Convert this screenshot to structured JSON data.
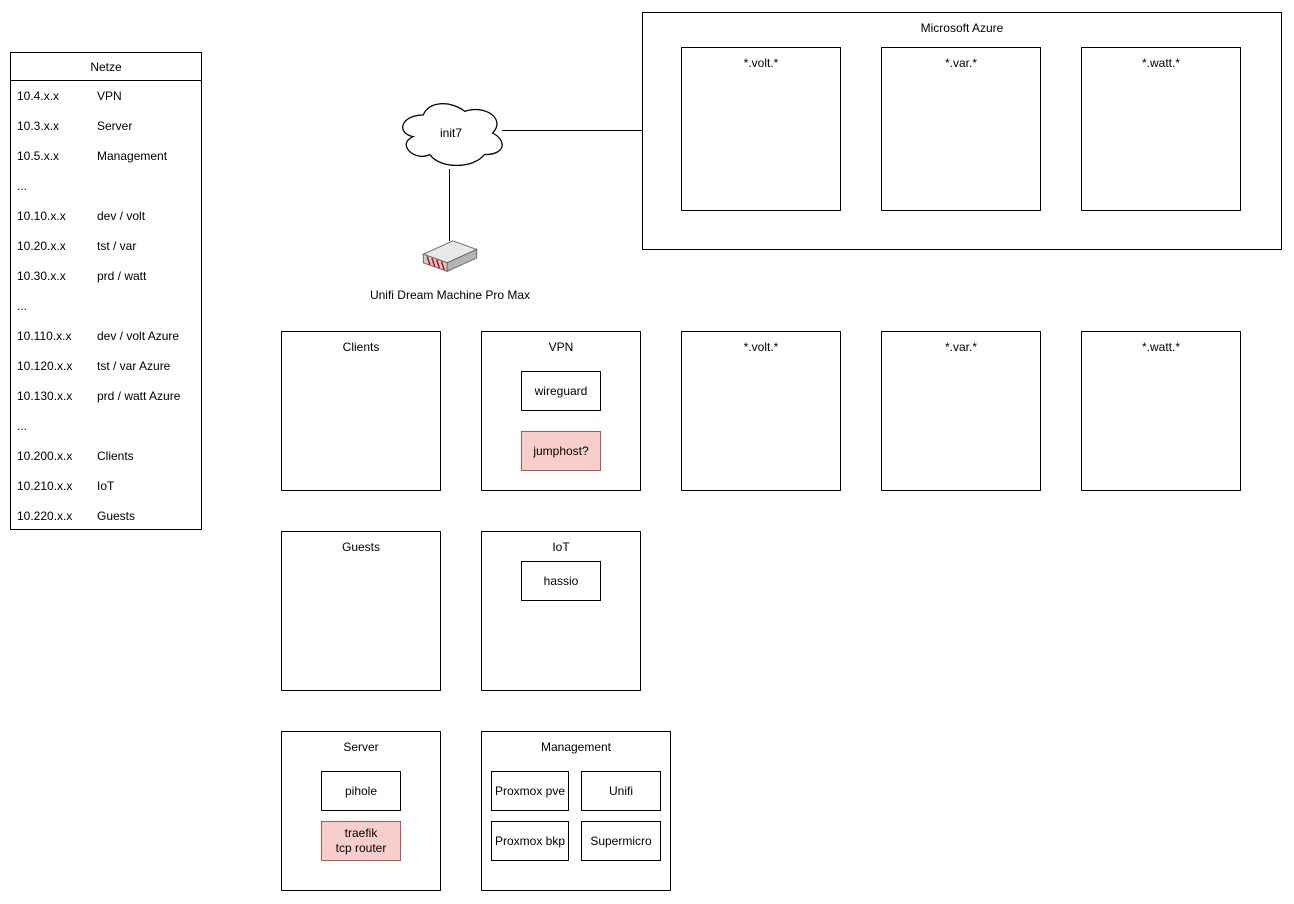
{
  "colors": {
    "background": "#ffffff",
    "line": "#000000",
    "box_border": "#000000",
    "highlight_fill": "#f8cecc",
    "highlight_border": "#b85450",
    "router_stripe": "#cc0000"
  },
  "netze": {
    "title": "Netze",
    "rows": [
      {
        "ip": "10.4.x.x",
        "name": "VPN"
      },
      {
        "ip": "10.3.x.x",
        "name": "Server"
      },
      {
        "ip": "10.5.x.x",
        "name": "Management"
      },
      {
        "ip": "...",
        "name": ""
      },
      {
        "ip": "10.10.x.x",
        "name": "dev / volt"
      },
      {
        "ip": "10.20.x.x",
        "name": "tst / var"
      },
      {
        "ip": "10.30.x.x",
        "name": "prd / watt"
      },
      {
        "ip": "...",
        "name": ""
      },
      {
        "ip": "10.110.x.x",
        "name": "dev / volt Azure"
      },
      {
        "ip": "10.120.x.x",
        "name": "tst / var Azure"
      },
      {
        "ip": "10.130.x.x",
        "name": "prd / watt Azure"
      },
      {
        "ip": "...",
        "name": ""
      },
      {
        "ip": "10.200.x.x",
        "name": "Clients"
      },
      {
        "ip": "10.210.x.x",
        "name": "IoT"
      },
      {
        "ip": "10.220.x.x",
        "name": "Guests"
      }
    ]
  },
  "internet": {
    "cloud_label": "init7"
  },
  "router": {
    "label": "Unifi Dream Machine Pro Max"
  },
  "azure": {
    "title": "Microsoft Azure",
    "volt": "*.volt.*",
    "var": "*.var.*",
    "watt": "*.watt.*"
  },
  "lan": {
    "clients": {
      "title": "Clients"
    },
    "vpn": {
      "title": "VPN",
      "wireguard": "wireguard",
      "jumphost": "jumphost?"
    },
    "volt": "*.volt.*",
    "var": "*.var.*",
    "watt": "*.watt.*",
    "guests": {
      "title": "Guests"
    },
    "iot": {
      "title": "IoT",
      "hassio": "hassio"
    },
    "server": {
      "title": "Server",
      "pihole": "pihole",
      "traefik": "traefik\ntcp router"
    },
    "management": {
      "title": "Management",
      "items": [
        "Proxmox pve",
        "Unifi",
        "Proxmox bkp",
        "Supermicro"
      ]
    }
  }
}
